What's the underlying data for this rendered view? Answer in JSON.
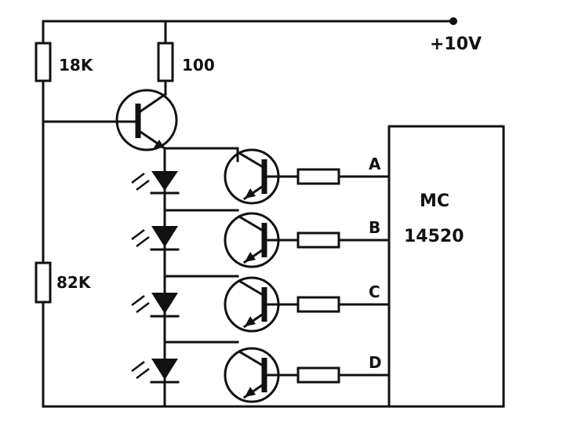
{
  "supply": {
    "label": "+10V"
  },
  "resistors": {
    "r_top_left": "18K",
    "r_collector": "100",
    "r_bottom_left": "82K"
  },
  "chip": {
    "line1": "MC",
    "line2": "14520"
  },
  "inputs": [
    "A",
    "B",
    "C",
    "D"
  ]
}
